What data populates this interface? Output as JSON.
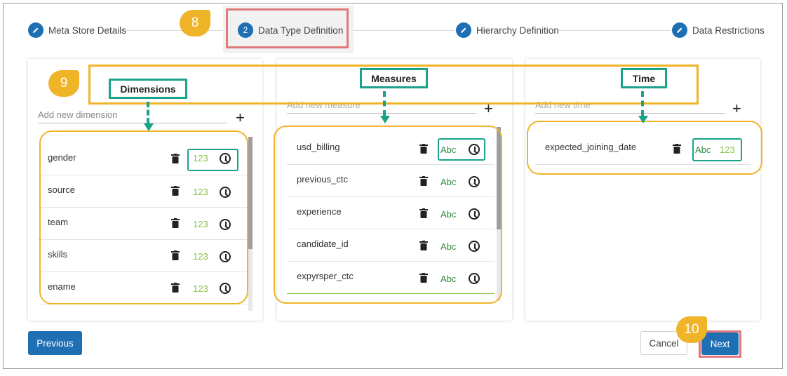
{
  "stepper": {
    "steps": [
      {
        "label": "Meta Store Details"
      },
      {
        "number": "2",
        "label": "Data Type Definition"
      },
      {
        "label": "Hierarchy Definition"
      },
      {
        "label": "Data Restrictions"
      }
    ]
  },
  "callouts": {
    "step8": "8",
    "step9": "9",
    "step10": "10"
  },
  "labels": {
    "dimensions": "Dimensions",
    "measures": "Measures",
    "time": "Time"
  },
  "dimensions": {
    "placeholder": "Add new dimension",
    "items": [
      {
        "name": "gender",
        "type": "123"
      },
      {
        "name": "source",
        "type": "123"
      },
      {
        "name": "team",
        "type": "123"
      },
      {
        "name": "skills",
        "type": "123"
      },
      {
        "name": "ename",
        "type": "123"
      }
    ]
  },
  "measures": {
    "placeholder": "Add new measure",
    "items": [
      {
        "name": "usd_billing",
        "type": "Abc"
      },
      {
        "name": "previous_ctc",
        "type": "Abc"
      },
      {
        "name": "experience",
        "type": "Abc"
      },
      {
        "name": "candidate_id",
        "type": "Abc"
      },
      {
        "name": "expyrsper_ctc",
        "type": "Abc"
      }
    ]
  },
  "time": {
    "placeholder": "Add new time",
    "items": [
      {
        "name": "expected_joining_date",
        "type_abc": "Abc",
        "type_num": "123"
      }
    ]
  },
  "plus_symbol": "+",
  "footer": {
    "previous": "Previous",
    "cancel": "Cancel",
    "next": "Next"
  },
  "colors": {
    "primary": "#1f6fb3",
    "callout": "#f0b429",
    "highlight_teal": "#1aa28a",
    "highlight_red": "#e07a7a",
    "type_number": "#8bc34a",
    "type_text": "#2e8b3e"
  }
}
